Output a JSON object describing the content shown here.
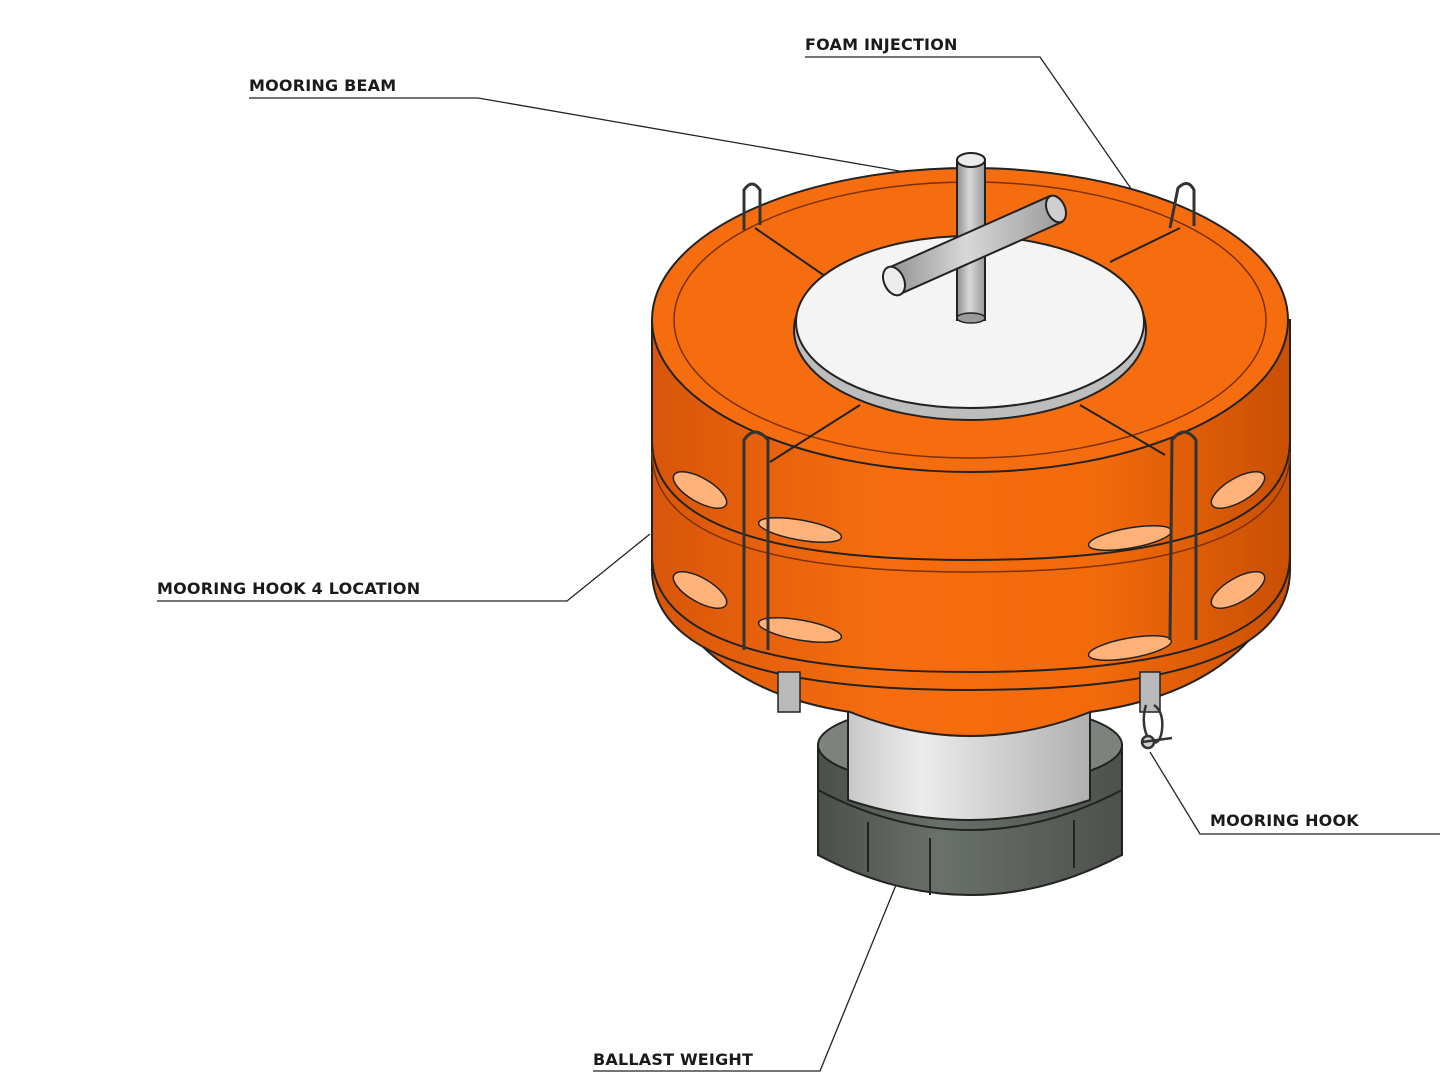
{
  "labels": {
    "foam_injection": "FOAM INJECTION",
    "mooring_beam": "MOORING BEAM",
    "mooring_hook_4_location": "MOORING HOOK 4 LOCATION",
    "mooring_hook": "MOORING HOOK",
    "ballast_weight": "BALLAST WEIGHT"
  },
  "colors": {
    "float_orange": "#f26a0a",
    "float_orange_dark": "#c94f04",
    "float_orange_light": "#f78a3a",
    "top_plate": "#f4f4f4",
    "steel": "#b9b9b9",
    "ballast": "#5b605b",
    "column": "#dcdcdc"
  }
}
